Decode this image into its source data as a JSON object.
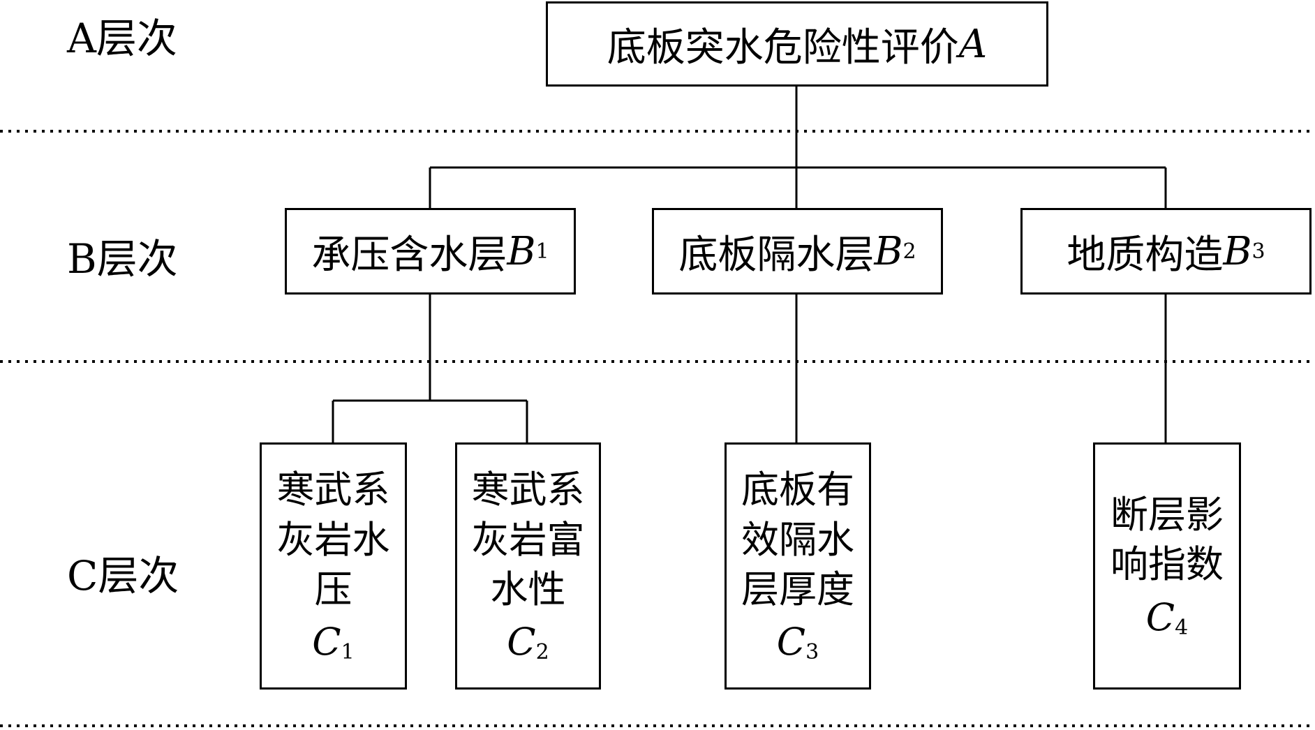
{
  "levels": {
    "a": "A层次",
    "b": "B层次",
    "c": "C层次"
  },
  "goal": {
    "text": "底板突水危险性评价",
    "symbol": "A",
    "subscript": ""
  },
  "criteria": [
    {
      "text": "承压含水层",
      "symbol": "B",
      "subscript": "1"
    },
    {
      "text": "底板隔水层",
      "symbol": "B",
      "subscript": "2"
    },
    {
      "text": "地质构造",
      "symbol": "B",
      "subscript": "3"
    }
  ],
  "indicators": [
    {
      "lines": [
        "寒武系",
        "灰岩水",
        "压"
      ],
      "symbol": "C",
      "subscript": "1"
    },
    {
      "lines": [
        "寒武系",
        "灰岩富",
        "水性"
      ],
      "symbol": "C",
      "subscript": "2"
    },
    {
      "lines": [
        "底板有",
        "效隔水",
        "层厚度"
      ],
      "symbol": "C",
      "subscript": "3"
    },
    {
      "lines": [
        "断层影",
        "响指数"
      ],
      "symbol": "C",
      "subscript": "4"
    }
  ]
}
